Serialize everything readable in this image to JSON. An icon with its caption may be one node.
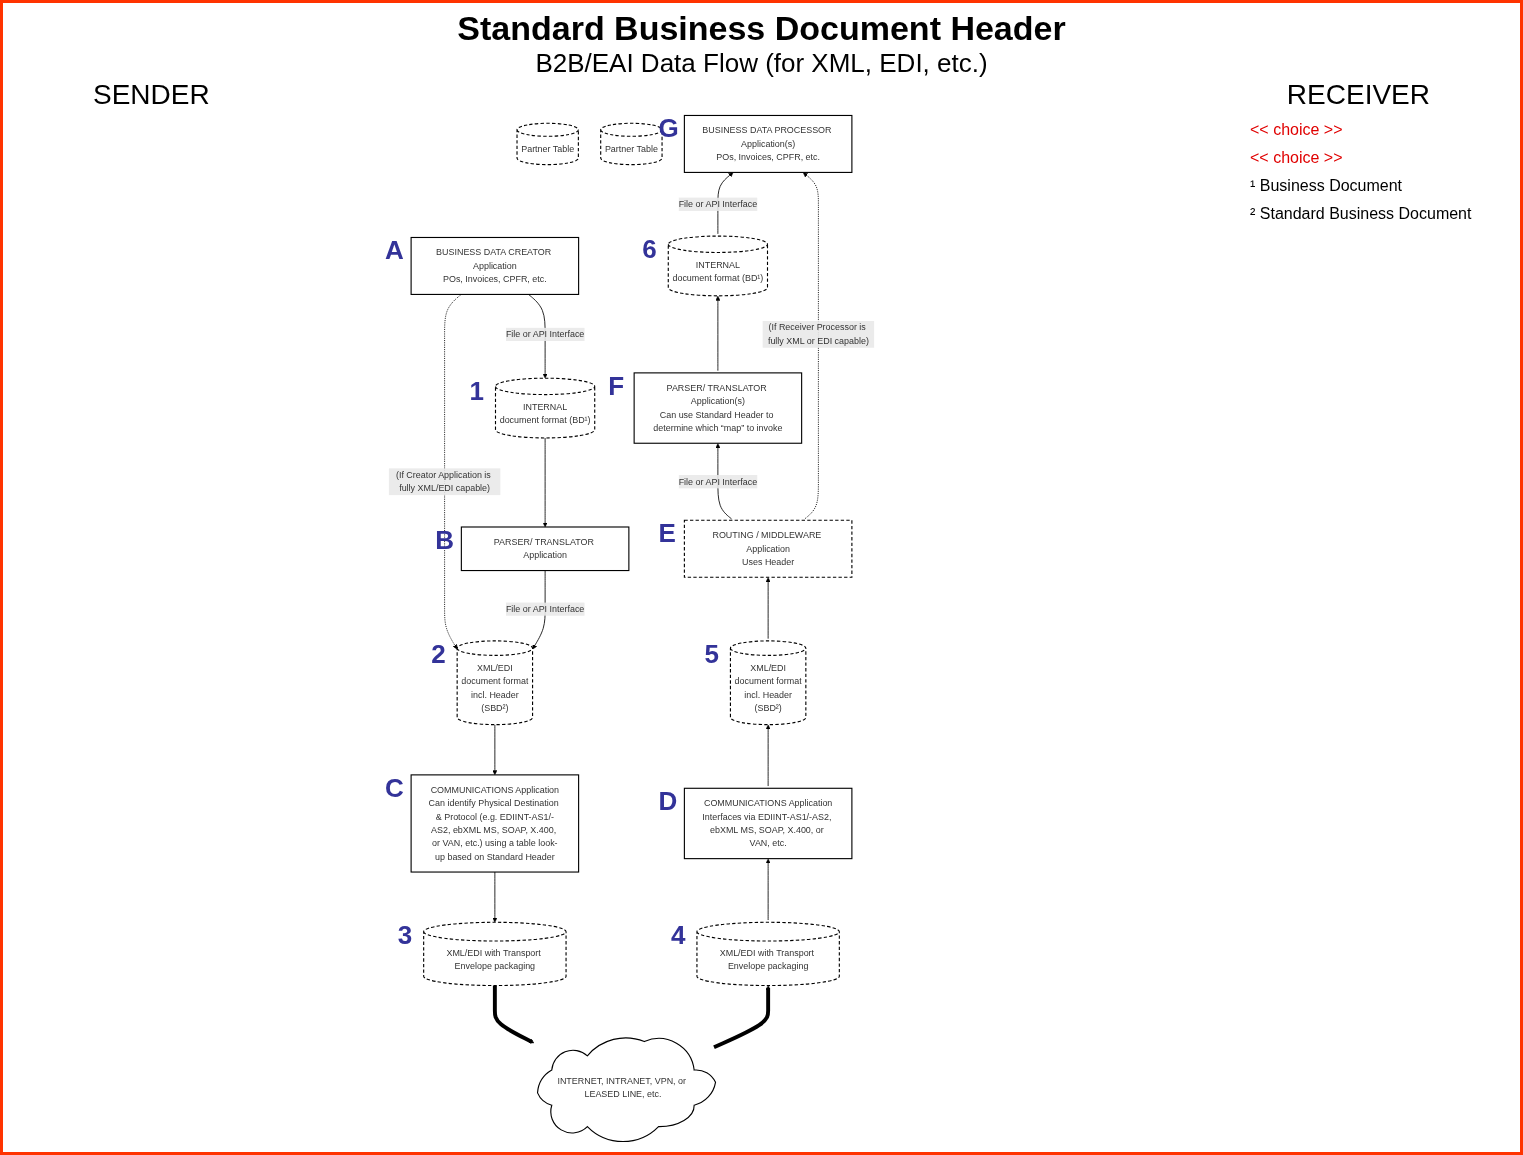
{
  "diagram": {
    "title": "Standard Business Document Header",
    "nodes": [
      {
        "text": [
          "BUSINESS DATA CREATOR Application",
          "POs, Invoices, CPFR, etc."
        ],
        "beside": [
          "A"
        ]
      },
      {
        "text": [
          "INTERNAL",
          "document format (BD¹)"
        ],
        "beside": [
          "1"
        ]
      },
      {
        "text": [
          "PARSER/ TRANSLATOR Application"
        ],
        "beside": [
          "B"
        ]
      },
      {
        "text": [
          "Partner Table"
        ]
      },
      {
        "text": [
          "XML/EDI",
          "document format",
          "incl. Header",
          "(SBD²)"
        ],
        "beside": [
          "2"
        ]
      },
      {
        "text": [
          "COMMUNICATIONS Application",
          "Can identify Physical Destination & Protocol (e.g. EDIINT-AS1/-AS2, ebXML MS, SOAP, X.400, or VAN, etc.) using a table look-up based on Standard Header"
        ],
        "beside": [
          "C"
        ]
      },
      {
        "text": [
          "Partner Table"
        ]
      },
      {
        "text": [
          "XML/EDI with Transport Envelope packaging"
        ],
        "beside": [
          "3"
        ]
      },
      {
        "text": [
          "INTERNET, INTRANET, VPN, or LEASED LINE, etc."
        ]
      },
      {
        "text": [
          "XML/EDI with Transport Envelope packaging"
        ],
        "beside": [
          "4"
        ]
      },
      {
        "text": [
          "COMMUNICATIONS Application",
          "Interfaces via EDIINT-AS1/-AS2, ebXML MS, SOAP, X.400, or VAN, etc."
        ],
        "beside": [
          "D"
        ]
      },
      {
        "text": [
          "XML/EDI",
          "document format",
          "incl. Header",
          "(SBD²)"
        ],
        "beside": [
          "5"
        ]
      },
      {
        "text": [
          "ROUTING / MIDDLEWARE Application",
          "Uses Header"
        ],
        "beside": [
          "E"
        ]
      },
      {
        "text": [
          "PARSER/ TRANSLATOR Application(s)",
          "Can use Standard Header to determine which “map” to invoke"
        ],
        "beside": [
          "F"
        ]
      },
      {
        "text": [
          "INTERNAL",
          "document format (BD¹)"
        ],
        "beside": [
          "6"
        ]
      },
      {
        "text": [
          "BUSINESS DATA PROCESSOR Application(s)",
          "POs, Invoices, CPFR, etc."
        ],
        "beside": [
          "G"
        ]
      }
    ],
    "edges": [
      {
        "from": 0,
        "to": 1,
        "arrow": "to",
        "label": "File or API Interface"
      },
      {
        "from": 1,
        "to": 2,
        "arrow": "to"
      },
      {
        "from": 0,
        "to": 4,
        "arrow": "to",
        "style": "dashed",
        "label": "(If Creator Application is fully XML/EDI capable)"
      },
      {
        "from": 2,
        "to": 4,
        "arrow": "to",
        "label": "File or API Interface"
      },
      {
        "from": 4,
        "to": 5,
        "arrow": "to"
      },
      {
        "from": 5,
        "to": 7,
        "arrow": "to"
      },
      {
        "from": 7,
        "to": 8,
        "arrow": "to",
        "style": "thick"
      },
      {
        "from": 8,
        "to": 9,
        "arrow": "to",
        "style": "thick"
      },
      {
        "from": 9,
        "to": 10,
        "arrow": "to"
      },
      {
        "from": 10,
        "to": 11,
        "arrow": "to"
      },
      {
        "from": 11,
        "to": 12,
        "arrow": "to"
      },
      {
        "from": 12,
        "to": 13,
        "arrow": "to",
        "label": "File or API Interface"
      },
      {
        "from": 12,
        "to": 15,
        "arrow": "to",
        "style": "dashed",
        "label": "(If Receiver Processor is fully XML or EDI capable)"
      },
      {
        "from": 13,
        "to": 14,
        "arrow": "to"
      },
      {
        "from": 14,
        "to": 15,
        "arrow": "to",
        "label": "File or API Interface"
      }
    ],
    "labels": [
      "B2B/EAI Data Flow (for XML, EDI, etc.)",
      "SENDER",
      "RECEIVER",
      "<< choice >>",
      "<< choice >>",
      "¹ Business Document",
      "² Standard Business Document"
    ]
  }
}
